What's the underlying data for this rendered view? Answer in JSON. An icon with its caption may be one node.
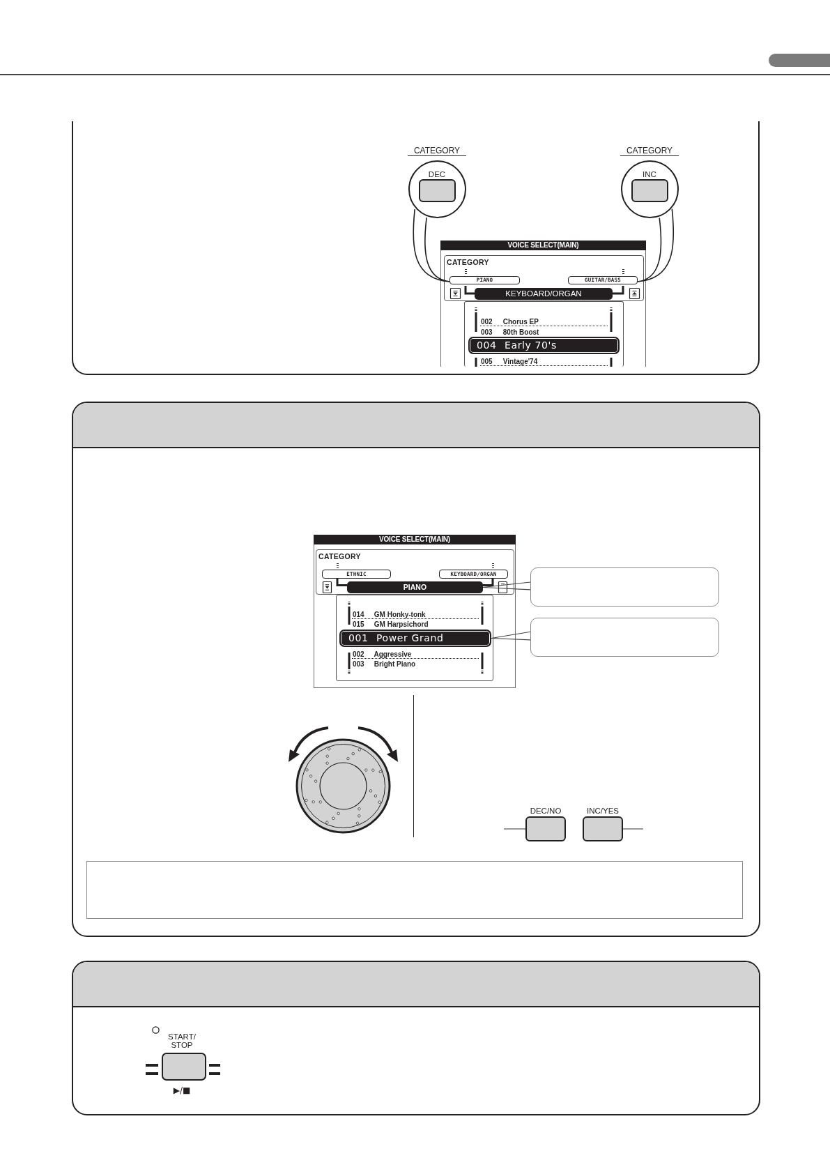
{
  "diagram": {
    "nodes": [
      {
        "text": [],
        "shape": "box"
      },
      {
        "text": [
          "CATEGORY",
          "DEC"
        ],
        "in": 0
      },
      {
        "text": [
          "CATEGORY",
          "INC"
        ],
        "in": 0
      },
      {
        "text": [
          "VOICE SELECT(MAIN)"
        ],
        "in": 0
      },
      {
        "text": [
          "CATEGORY"
        ],
        "in": 3
      },
      {
        "text": [
          "PIANO"
        ],
        "in": 4
      },
      {
        "text": [
          "GUITAR/BASS"
        ],
        "in": 4
      },
      {
        "text": [
          "KEYBOARD/ORGAN"
        ],
        "in": 4
      },
      {
        "text": [
          "002 Chorus EP",
          "003 80th Boost",
          "005 Vintage'74"
        ],
        "in": 3
      },
      {
        "text": [
          "004 Early 70's"
        ],
        "in": 8
      },
      {
        "text": [],
        "shape": "box"
      },
      {
        "text": [
          "VOICE SELECT(MAIN)"
        ],
        "in": 10
      },
      {
        "text": [
          "CATEGORY"
        ],
        "in": 11
      },
      {
        "text": [
          "ETHNIC"
        ],
        "in": 12
      },
      {
        "text": [
          "KEYBOARD/ORGAN"
        ],
        "in": 12
      },
      {
        "text": [
          "PIANO"
        ],
        "in": 12
      },
      {
        "text": [
          "014 GM Honky-tonk",
          "015 GM Harpsichord",
          "002 Aggressive",
          "003 Bright Piano"
        ],
        "in": 11
      },
      {
        "text": [
          "001 Power Grand"
        ],
        "in": 16
      },
      {
        "text": [],
        "shape": "box",
        "in": 10
      },
      {
        "text": [],
        "shape": "box",
        "in": 10
      },
      {
        "text": [
          "DEC/NO"
        ],
        "in": 10
      },
      {
        "text": [
          "INC/YES"
        ],
        "in": 10
      },
      {
        "text": [],
        "shape": "box",
        "in": 10
      },
      {
        "text": [],
        "shape": "box"
      },
      {
        "text": [
          "START/ STOP"
        ],
        "beside": [
          "▶/■"
        ],
        "in": 23
      }
    ],
    "edges": [
      {
        "from": 1,
        "to": 5,
        "arrow": "none"
      },
      {
        "from": 2,
        "to": 6,
        "arrow": "none"
      },
      {
        "from": 18,
        "to": 15,
        "arrow": "none"
      },
      {
        "from": 19,
        "to": 17,
        "arrow": "none"
      },
      {
        "from": null,
        "to": 20,
        "arrow": "none"
      },
      {
        "from": null,
        "to": 21,
        "arrow": "none"
      },
      {
        "from": 5,
        "to": 7,
        "arrow": "none"
      },
      {
        "from": 6,
        "to": 7,
        "arrow": "none"
      },
      {
        "from": 13,
        "to": 15,
        "arrow": "none"
      },
      {
        "from": 14,
        "to": 15,
        "arrow": "none"
      }
    ]
  }
}
